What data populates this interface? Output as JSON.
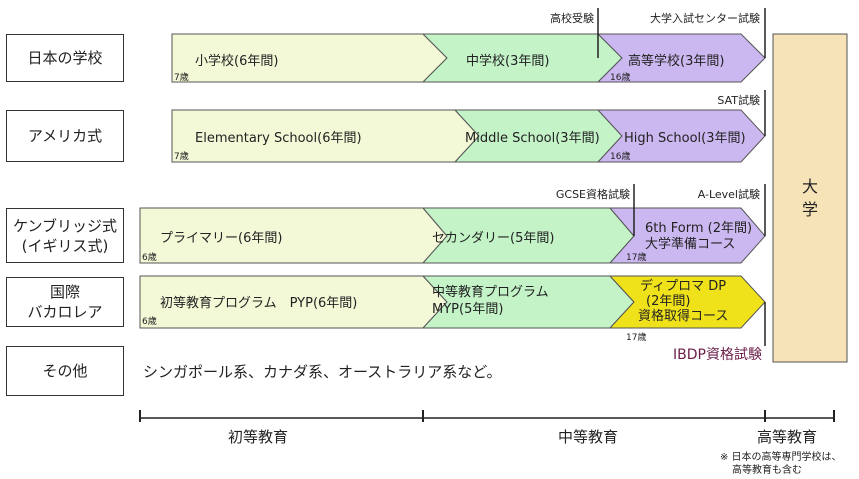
{
  "rows": [
    {
      "label": [
        "日本の学校"
      ],
      "segments": [
        {
          "text": "小学校(6年間)"
        },
        {
          "text": "中学校(3年間)"
        },
        {
          "text": "高等学校(3年間)"
        }
      ],
      "ages": [
        "7歳",
        "16歳"
      ]
    },
    {
      "label": [
        "アメリカ式"
      ],
      "segments": [
        {
          "text": "Elementary School(6年間)"
        },
        {
          "text": "Middle School(3年間)"
        },
        {
          "text": "High School(3年間)"
        }
      ],
      "ages": [
        "7歳",
        "16歳"
      ]
    },
    {
      "label": [
        "ケンブリッジ式",
        "(イギリス式)"
      ],
      "segments": [
        {
          "text": "プライマリー(6年間)"
        },
        {
          "text": "セカンダリー(5年間)"
        },
        {
          "text": "6th Form (2年間)",
          "text2": "大学準備コース"
        }
      ],
      "ages": [
        "6歳",
        "17歳"
      ]
    },
    {
      "label": [
        "国際",
        "バカロレア"
      ],
      "segments": [
        {
          "text": "初等教育プログラム　PYP(6年間)"
        },
        {
          "text": "中等教育プログラム",
          "text2": "MYP(5年間)"
        },
        {
          "text": "ディプロマ DP",
          "text2": "(2年間)",
          "text3": "資格取得コース"
        }
      ],
      "ages": [
        "6歳",
        "17歳"
      ]
    },
    {
      "label": [
        "その他"
      ],
      "text": "シンガポール系、カナダ系、オーストラリア系など。"
    }
  ],
  "exams": {
    "koko_juken": "高校受験",
    "center": "大学入試センター試験",
    "sat": "SAT試験",
    "gcse": "GCSE資格試験",
    "alevel": "A-Level試験",
    "ibdp": "IBDP資格試験"
  },
  "university": "大学",
  "stages": {
    "primary": "初等教育",
    "secondary": "中等教育",
    "higher": "高等教育"
  },
  "note": [
    "※ 日本の高等専門学校は、",
    "高等教育も含む"
  ],
  "colors": {
    "primary": "#f3f8d6",
    "secondary": "#c4f3c8",
    "high": "#cbb8f0",
    "ib_dp": "#f0e21a",
    "university": "#f6e3b8",
    "exam_big": "#6b1f4a"
  }
}
